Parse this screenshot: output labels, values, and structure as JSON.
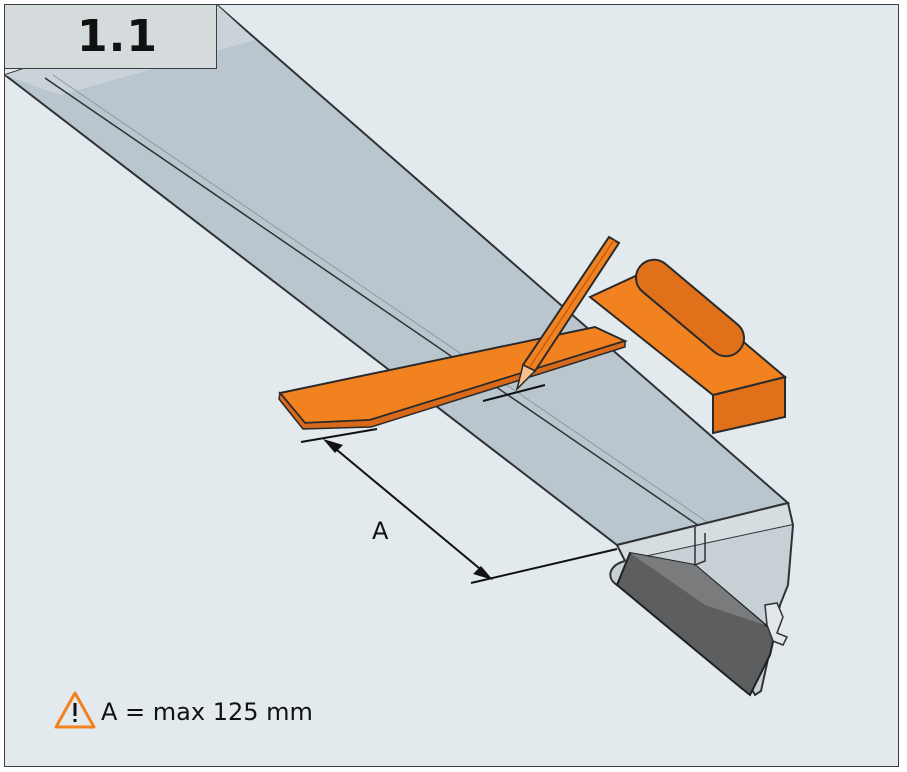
{
  "step": {
    "number": "1.1"
  },
  "dimension": {
    "label": "A"
  },
  "note": {
    "icon": "warning-triangle-icon",
    "text": "A = max 125 mm"
  },
  "colors": {
    "background": "#e3eaee",
    "profile_metal": "#b9c5cc",
    "tool_orange": "#f28220",
    "seal_dark": "#5d5e60",
    "warning_orange": "#f28220"
  }
}
